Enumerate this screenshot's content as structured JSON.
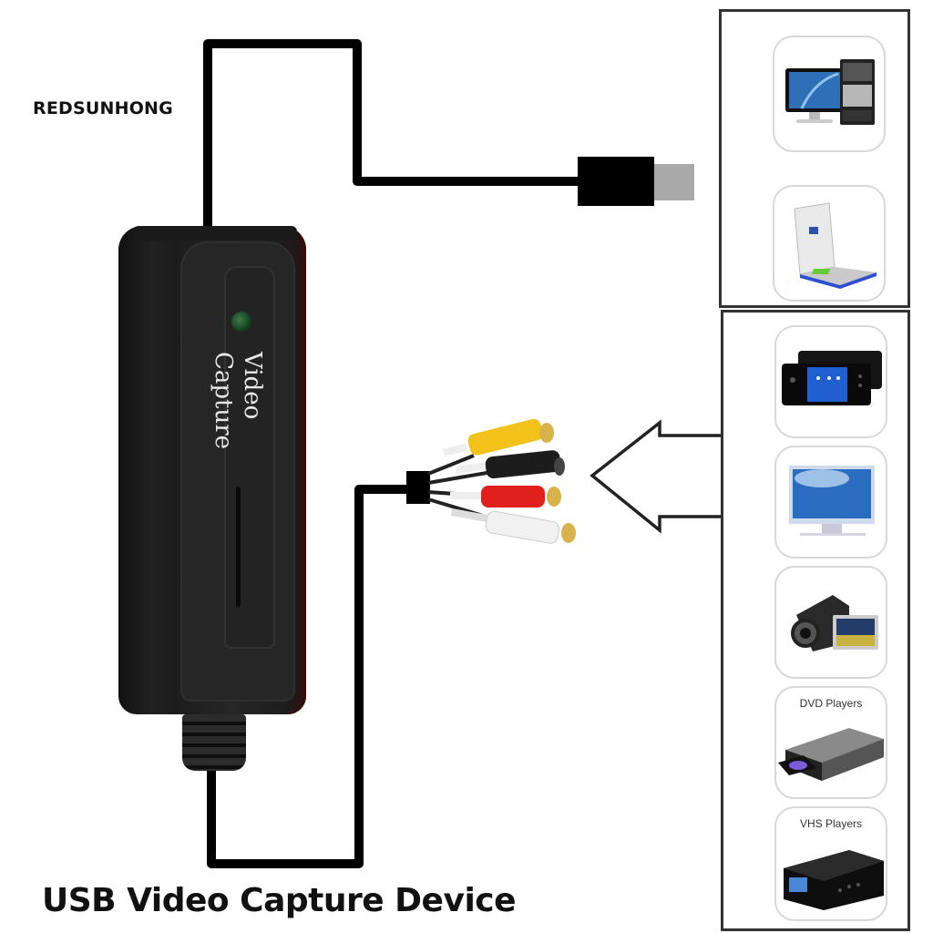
{
  "brand": {
    "name": "REDSUNHONG"
  },
  "caption": {
    "title": "USB Video Capture Device"
  },
  "device": {
    "label_line1": "Video",
    "label_line2": "Capture",
    "led_color": "#1f5a2e",
    "body_color": "#1e1e1e"
  },
  "connectors": {
    "usb": {
      "name": "USB plug",
      "plug_color": "#000000",
      "tip_color": "#a9a9a9"
    },
    "av": {
      "name": "AV input cables",
      "plugs": [
        {
          "name": "Composite video (yellow)",
          "color": "#f2c21b"
        },
        {
          "name": "S-Video (black)",
          "color": "#1c1c1c"
        },
        {
          "name": "Audio right (red)",
          "color": "#e0201c"
        },
        {
          "name": "Audio left (white)",
          "color": "#f1f1f1"
        }
      ]
    }
  },
  "arrow": {
    "direction": "left",
    "meaning": "input from source devices"
  },
  "output_panel": {
    "items": [
      {
        "icon": "desktop-computer-icon",
        "label": ""
      },
      {
        "icon": "laptop-icon",
        "label": ""
      }
    ]
  },
  "source_panel": {
    "items": [
      {
        "icon": "handheld-game-console-icon",
        "label": ""
      },
      {
        "icon": "tv-monitor-icon",
        "label": ""
      },
      {
        "icon": "camcorder-icon",
        "label": ""
      },
      {
        "icon": "dvd-player-icon",
        "label": "DVD Players"
      },
      {
        "icon": "vhs-player-icon",
        "label": "VHS Players"
      }
    ]
  }
}
